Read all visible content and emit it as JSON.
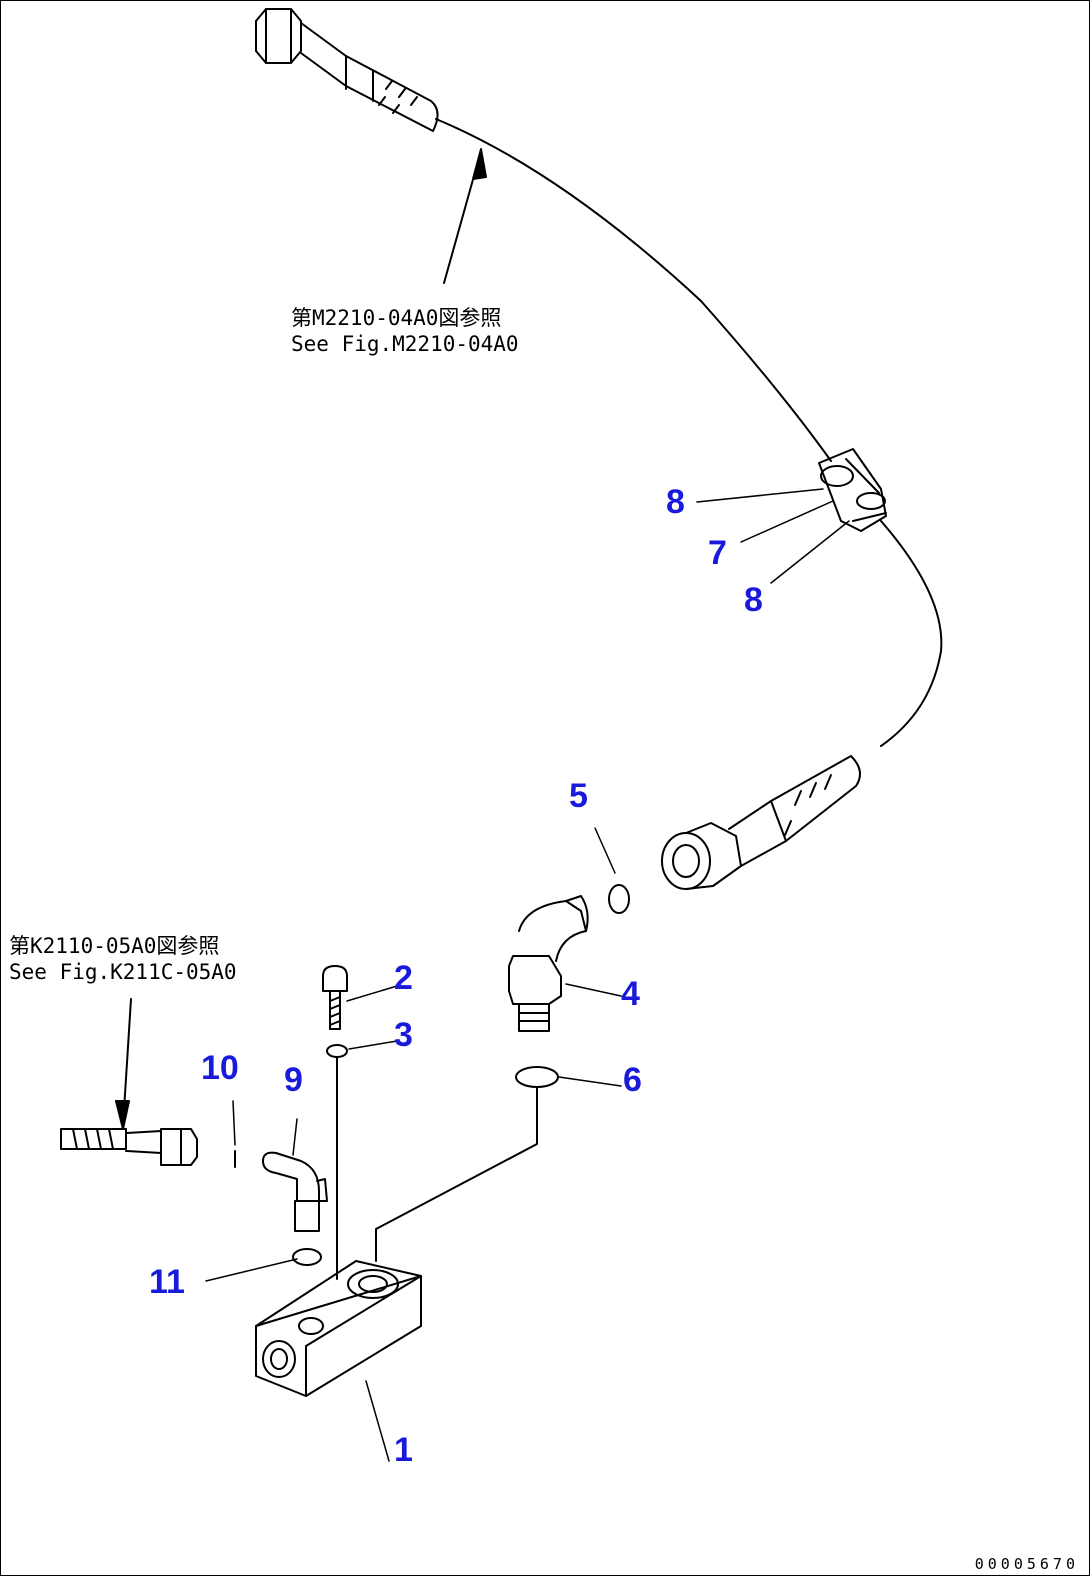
{
  "diagram": {
    "ref_top": {
      "jp": "第M2210-04A0図参照",
      "en": "See Fig.M2210-04A0"
    },
    "ref_left": {
      "jp": "第K2110-05A0図参照",
      "en": "See Fig.K211C-05A0"
    },
    "callouts": [
      {
        "id": "1",
        "label": "1"
      },
      {
        "id": "2",
        "label": "2"
      },
      {
        "id": "3",
        "label": "3"
      },
      {
        "id": "4",
        "label": "4"
      },
      {
        "id": "5",
        "label": "5"
      },
      {
        "id": "6",
        "label": "6"
      },
      {
        "id": "7",
        "label": "7"
      },
      {
        "id": "8a",
        "label": "8"
      },
      {
        "id": "8b",
        "label": "8"
      },
      {
        "id": "9",
        "label": "9"
      },
      {
        "id": "10",
        "label": "10"
      },
      {
        "id": "11",
        "label": "11"
      }
    ],
    "drawing_number": "00005670",
    "colors": {
      "callout": "#1a1adc",
      "line": "#000000",
      "background": "#ffffff"
    }
  }
}
